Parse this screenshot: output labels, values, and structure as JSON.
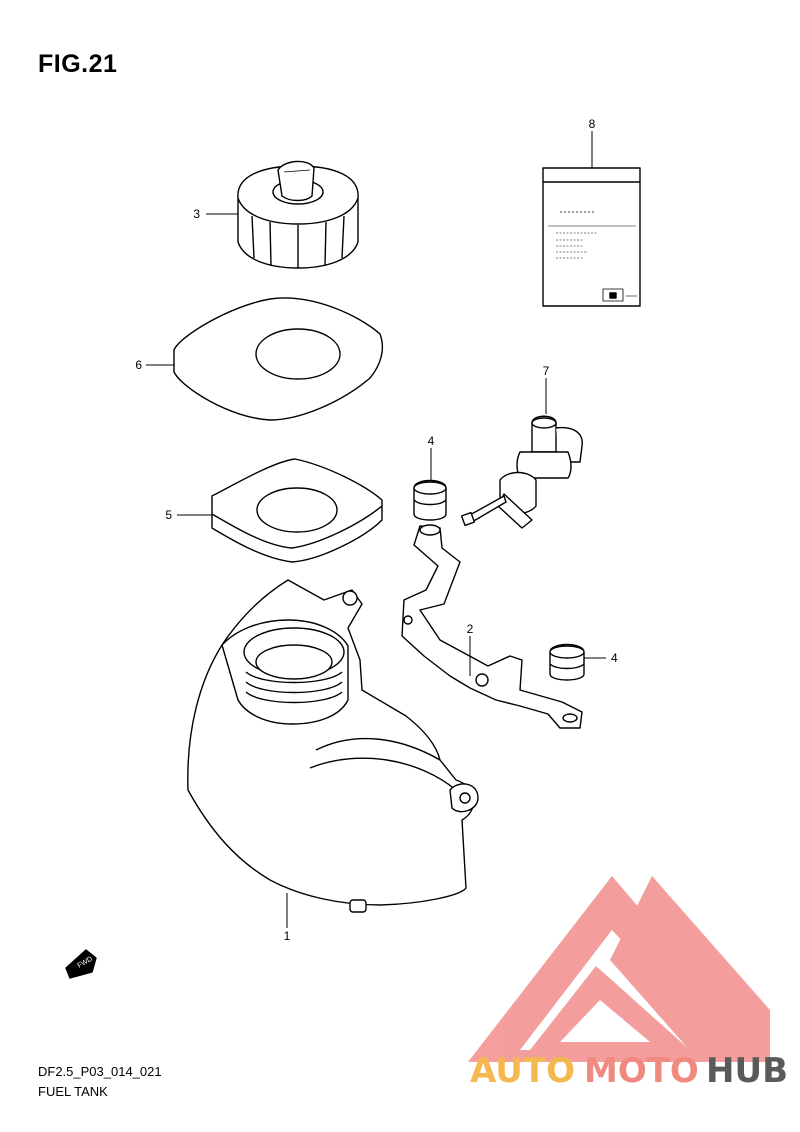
{
  "figure": {
    "title": "FIG.21",
    "code": "DF2.5_P03_014_021",
    "name": "FUEL TANK"
  },
  "callouts": [
    {
      "label": "8"
    },
    {
      "label": "3"
    },
    {
      "label": "6"
    },
    {
      "label": "7"
    },
    {
      "label": "4"
    },
    {
      "label": "5"
    },
    {
      "label": "2"
    },
    {
      "label": "4"
    },
    {
      "label": "1"
    }
  ],
  "fwd_badge": "FWD",
  "watermark": {
    "brand_a": "AUTO",
    "brand_b": "MOTO",
    "brand_c": "HUB",
    "colors": {
      "a": "#f5b850",
      "b": "#f08a80",
      "c": "#5a5a5a",
      "logo": "#f28d8d"
    }
  }
}
